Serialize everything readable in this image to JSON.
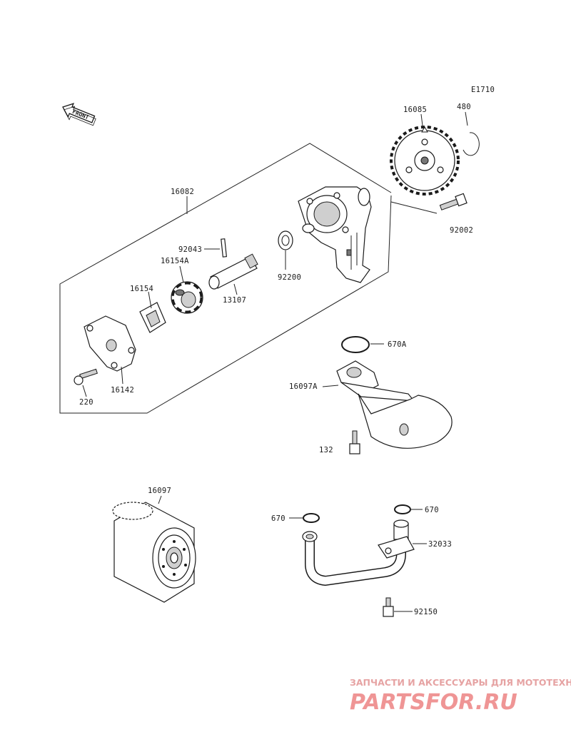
{
  "diagram_code": "E1710",
  "front_label": "FRONT",
  "parts": {
    "p16085": "16085",
    "p480": "480",
    "p92002": "92002",
    "p16082": "16082",
    "p92043": "92043",
    "p16154A": "16154A",
    "p92200": "92200",
    "p16154": "16154",
    "p13107": "13107",
    "p16142": "16142",
    "p220": "220",
    "p670A": "670A",
    "p16097A": "16097A",
    "p132": "132",
    "p16097": "16097",
    "p670_left": "670",
    "p670_right": "670",
    "p32033": "32033",
    "p92150": "92150"
  },
  "watermark": {
    "tagline": "ЗАПЧАСТИ И АКСЕССУАРЫ ДЛЯ МОТОТЕХНИКИ",
    "brand": "PARTSFOR.RU"
  }
}
